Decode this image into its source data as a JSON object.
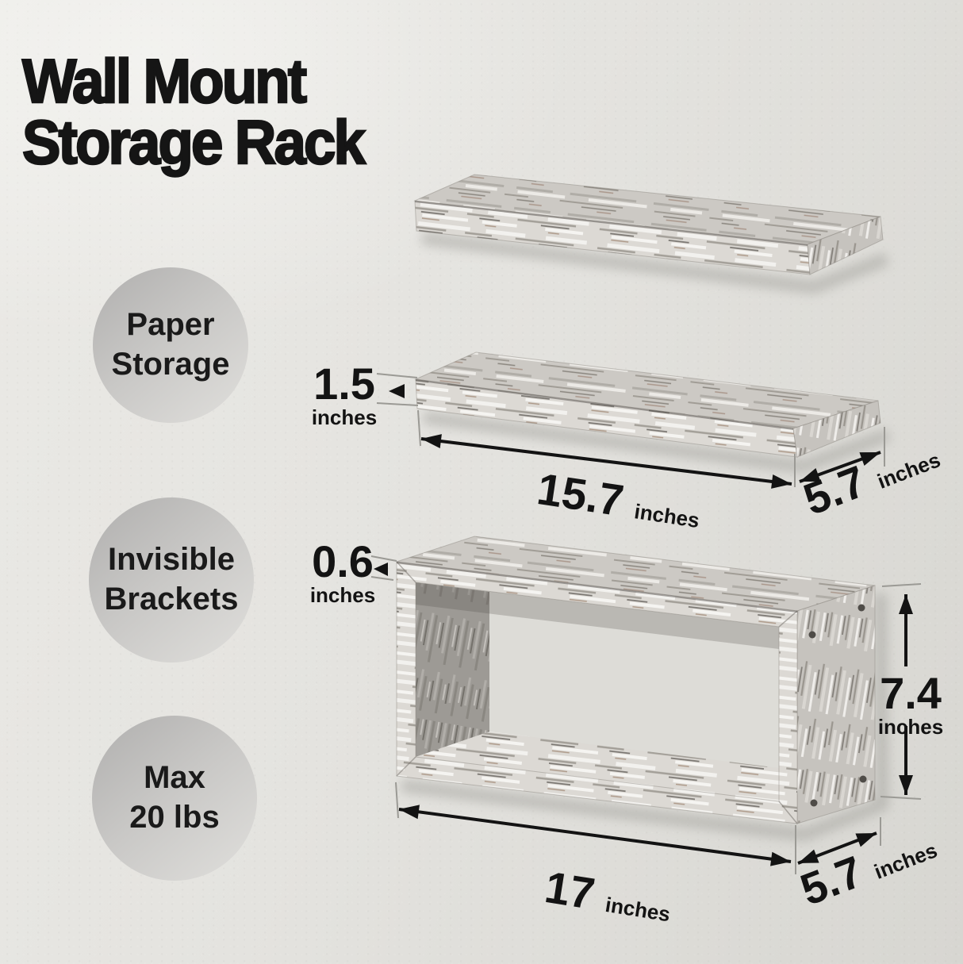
{
  "title": {
    "line1": "Wall Mount",
    "line2": "Storage Rack"
  },
  "badges": [
    {
      "line1": "Paper",
      "line2": "Storage"
    },
    {
      "line1": "Invisible",
      "line2": "Brackets"
    },
    {
      "line1": "Max",
      "line2": "20 lbs"
    }
  ],
  "annotations": {
    "shelf_thickness": {
      "value": "1.5",
      "unit": "inches"
    },
    "shelf_length": {
      "value": "15.7",
      "unit": "inches"
    },
    "shelf_depth": {
      "value": "5.7",
      "unit": "inches"
    },
    "box_thickness": {
      "value": "0.6",
      "unit": "inches"
    },
    "box_height": {
      "value": "7.4",
      "unit": "inches"
    },
    "box_length": {
      "value": "17",
      "unit": "inches"
    },
    "box_depth": {
      "value": "5.7",
      "unit": "inches"
    }
  },
  "colors": {
    "wall": "#e4e3df",
    "title_text": "#151515",
    "badge_gradient_from": "#b0afae",
    "badge_gradient_to": "#e0dfdc",
    "badge_text": "#1a1a1a",
    "wood_light": "#f2f1ee",
    "wood_mid": "#c6c3be",
    "wood_dark": "#9d9a95",
    "wood_brown_accent": "#93765f",
    "dimension_ink": "#131313",
    "leader_line": "#9b9a95"
  }
}
